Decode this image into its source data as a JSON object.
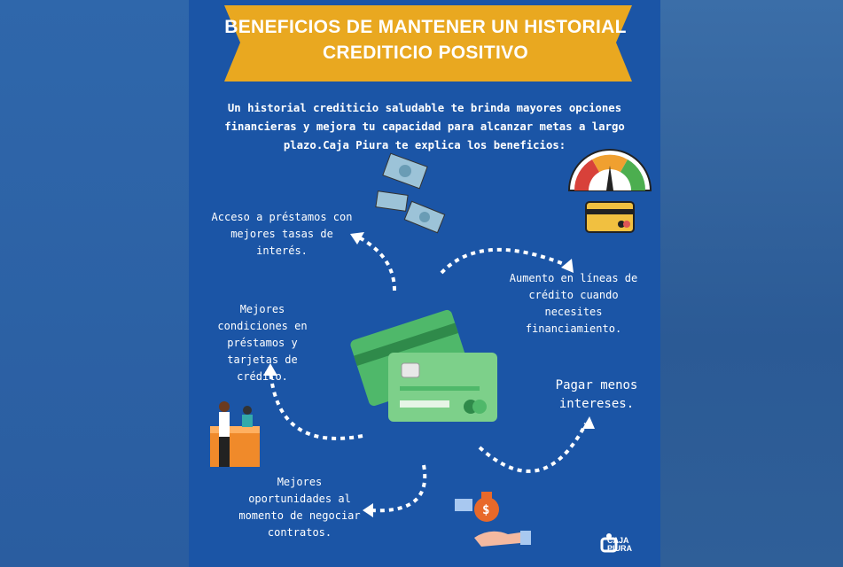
{
  "title": "BENEFICIOS DE MANTENER UN HISTORIAL CREDITICIO POSITIVO",
  "intro": "Un historial crediticio saludable te brinda mayores opciones financieras y mejora tu capacidad para alcanzar metas a largo plazo.Caja Piura te explica los beneficios:",
  "benefits": [
    "Acceso a préstamos con mejores tasas de interés.",
    "Aumento en líneas de crédito cuando necesites financiamiento.",
    "Mejores condiciones en préstamos y tarjetas de crédito.",
    "Pagar menos intereses.",
    "Mejores oportunidades al momento de negociar contratos."
  ],
  "logo": {
    "line1": "CAJA",
    "line2": "PIURA"
  },
  "colors": {
    "panel": "#1b55a6",
    "banner": "#e9a820",
    "card_front": "#7dd08a",
    "card_back": "#4fb86a"
  }
}
